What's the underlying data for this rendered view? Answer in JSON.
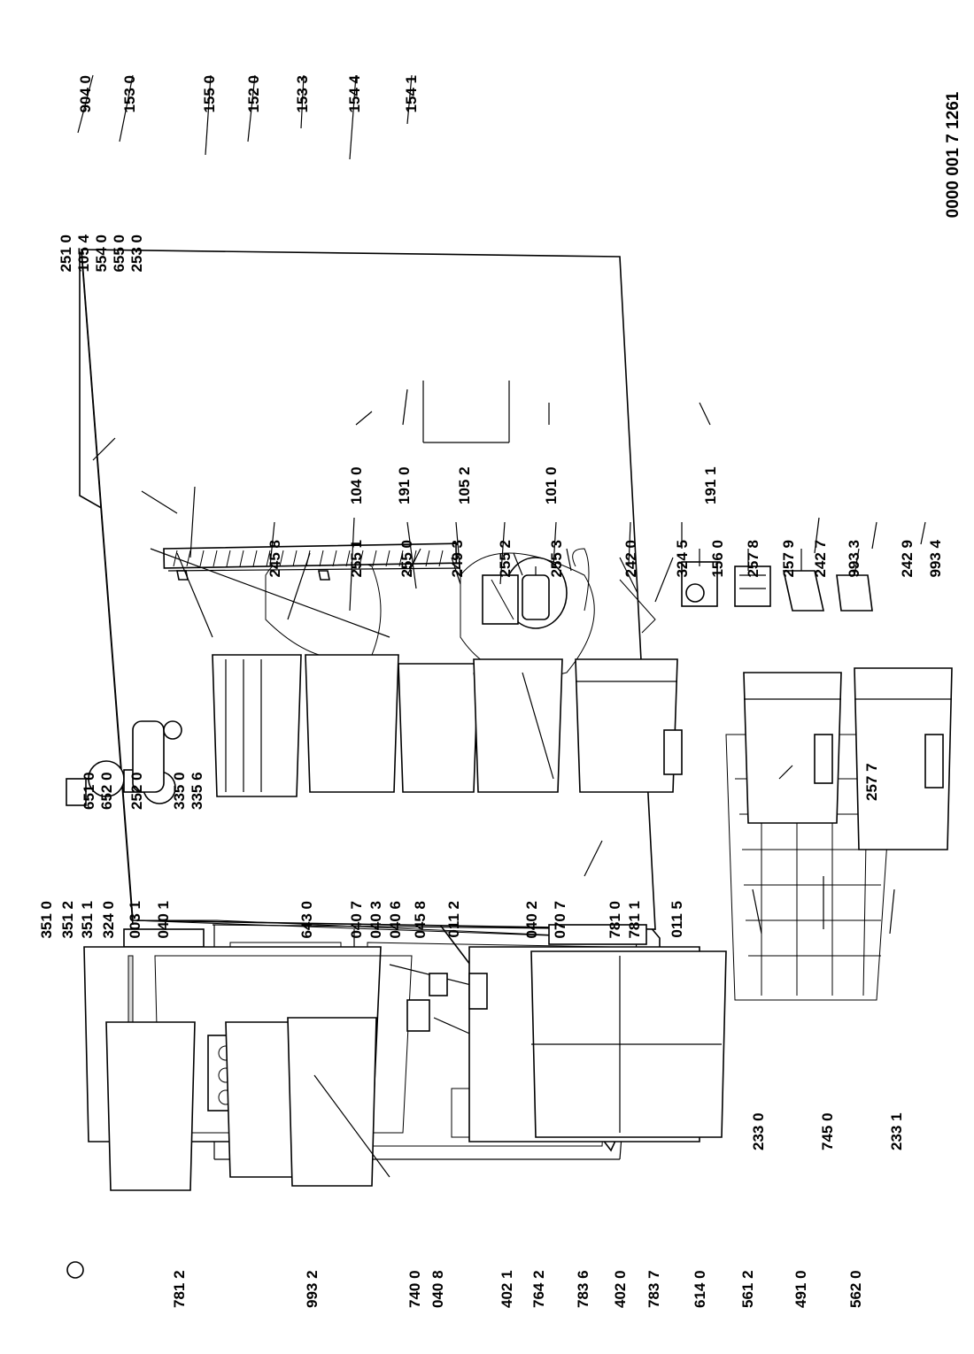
{
  "document_number": "0000 001 7 1261",
  "labels": [
    {
      "id": "p904-0",
      "text": "904 0"
    },
    {
      "id": "p153-0",
      "text": "153 0"
    },
    {
      "id": "p155-0",
      "text": "155 0"
    },
    {
      "id": "p152-0",
      "text": "152 0"
    },
    {
      "id": "p153-3",
      "text": "153 3"
    },
    {
      "id": "p154-4",
      "text": "154 4"
    },
    {
      "id": "p154-1",
      "text": "154 1"
    },
    {
      "id": "p251-0",
      "text": "251 0"
    },
    {
      "id": "p105-4",
      "text": "105 4"
    },
    {
      "id": "p554-0",
      "text": "554 0"
    },
    {
      "id": "p655-0",
      "text": "655 0"
    },
    {
      "id": "p253-0",
      "text": "253 0"
    },
    {
      "id": "p104-0",
      "text": "104 0"
    },
    {
      "id": "p191-0",
      "text": "191 0"
    },
    {
      "id": "p105-2",
      "text": "105 2"
    },
    {
      "id": "p101-0",
      "text": "101 0"
    },
    {
      "id": "p191-1",
      "text": "191 1"
    },
    {
      "id": "p245-8",
      "text": "245 8"
    },
    {
      "id": "p255-1",
      "text": "255 1"
    },
    {
      "id": "p255-0",
      "text": "255 0"
    },
    {
      "id": "p249-3",
      "text": "249 3"
    },
    {
      "id": "p255-2",
      "text": "255 2"
    },
    {
      "id": "p255-3",
      "text": "255 3"
    },
    {
      "id": "p242-0",
      "text": "242 0"
    },
    {
      "id": "p324-5",
      "text": "324 5"
    },
    {
      "id": "p156-0",
      "text": "156 0"
    },
    {
      "id": "p257-8",
      "text": "257 8"
    },
    {
      "id": "p257-9",
      "text": "257 9"
    },
    {
      "id": "p242-7",
      "text": "242 7"
    },
    {
      "id": "p993-3",
      "text": "993 3"
    },
    {
      "id": "p242-9",
      "text": "242 9"
    },
    {
      "id": "p993-4",
      "text": "993 4"
    },
    {
      "id": "p651-0",
      "text": "651 0"
    },
    {
      "id": "p652-0",
      "text": "652 0"
    },
    {
      "id": "p252-0",
      "text": "252 0"
    },
    {
      "id": "p335-0",
      "text": "335 0"
    },
    {
      "id": "p335-6",
      "text": "335 6"
    },
    {
      "id": "p257-7",
      "text": "257 7"
    },
    {
      "id": "p351-0",
      "text": "351 0"
    },
    {
      "id": "p351-2",
      "text": "351 2"
    },
    {
      "id": "p351-1",
      "text": "351 1"
    },
    {
      "id": "p324-0",
      "text": "324 0"
    },
    {
      "id": "p003-1",
      "text": "003 1"
    },
    {
      "id": "p040-1",
      "text": "040 1"
    },
    {
      "id": "p643-0",
      "text": "643 0"
    },
    {
      "id": "p040-7",
      "text": "040 7"
    },
    {
      "id": "p040-3",
      "text": "040 3"
    },
    {
      "id": "p040-6",
      "text": "040 6"
    },
    {
      "id": "p045-8",
      "text": "045 8"
    },
    {
      "id": "p011-2",
      "text": "011 2"
    },
    {
      "id": "p040-2",
      "text": "040 2"
    },
    {
      "id": "p070-7",
      "text": "070 7"
    },
    {
      "id": "p781-0",
      "text": "781 0"
    },
    {
      "id": "p781-1",
      "text": "781 1"
    },
    {
      "id": "p011-5",
      "text": "011 5"
    },
    {
      "id": "p233-0",
      "text": "233 0"
    },
    {
      "id": "p745-0",
      "text": "745 0"
    },
    {
      "id": "p233-1",
      "text": "233 1"
    },
    {
      "id": "p781-2",
      "text": "781 2"
    },
    {
      "id": "p993-2",
      "text": "993 2"
    },
    {
      "id": "p740-0",
      "text": "740 0"
    },
    {
      "id": "p040-8",
      "text": "040 8"
    },
    {
      "id": "p402-1",
      "text": "402 1"
    },
    {
      "id": "p764-2",
      "text": "764 2"
    },
    {
      "id": "p783-6",
      "text": "783 6"
    },
    {
      "id": "p402-0",
      "text": "402 0"
    },
    {
      "id": "p783-7",
      "text": "783 7"
    },
    {
      "id": "p614-0",
      "text": "614 0"
    },
    {
      "id": "p561-2",
      "text": "561 2"
    },
    {
      "id": "p491-0",
      "text": "491 0"
    },
    {
      "id": "p562-0",
      "text": "562 0"
    }
  ]
}
